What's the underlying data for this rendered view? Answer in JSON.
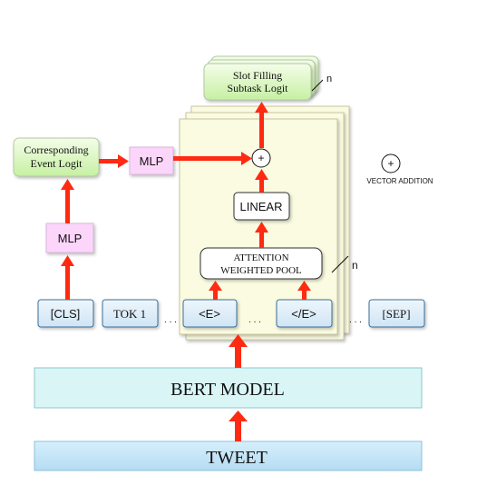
{
  "colors": {
    "arrow": "#ff2a12",
    "panel_fill": "#fafbe0",
    "panel_border": "#c9c79c",
    "green_fill_top": "#f2fde6",
    "green_fill_bottom": "#c8f2a6",
    "mlp_fill": "#fbd6fb",
    "token_fill": "#dcecf8",
    "token_border": "#3a6f9a",
    "bert_fill": "#d9f5f6",
    "tweet_fill": "#bfe3f7"
  },
  "inputs": {
    "tweet": "TWEET",
    "bert_model": "BERT MODEL"
  },
  "tokens": {
    "cls": "[CLS]",
    "tok1": "TOK 1",
    "e_start": "<E>",
    "e_end": "</E>",
    "sep": "[SEP]",
    "ellipsis": ". . ."
  },
  "event_branch": {
    "mlp_lower": "MLP",
    "mlp_upper": "MLP",
    "logit_line1": "Corresponding",
    "logit_line2": "Event Logit"
  },
  "slot_branch": {
    "pool_line1": "ATTENTION",
    "pool_line2": "WEIGHTED POOL",
    "linear": "LINEAR",
    "add_symbol": "+",
    "logit_line1": "Slot Filling",
    "logit_line2": "Subtask Logit",
    "repeat_n": "n",
    "repeat_n_top": "n"
  },
  "legend": {
    "symbol": "+",
    "label": "VECTOR ADDITION"
  }
}
